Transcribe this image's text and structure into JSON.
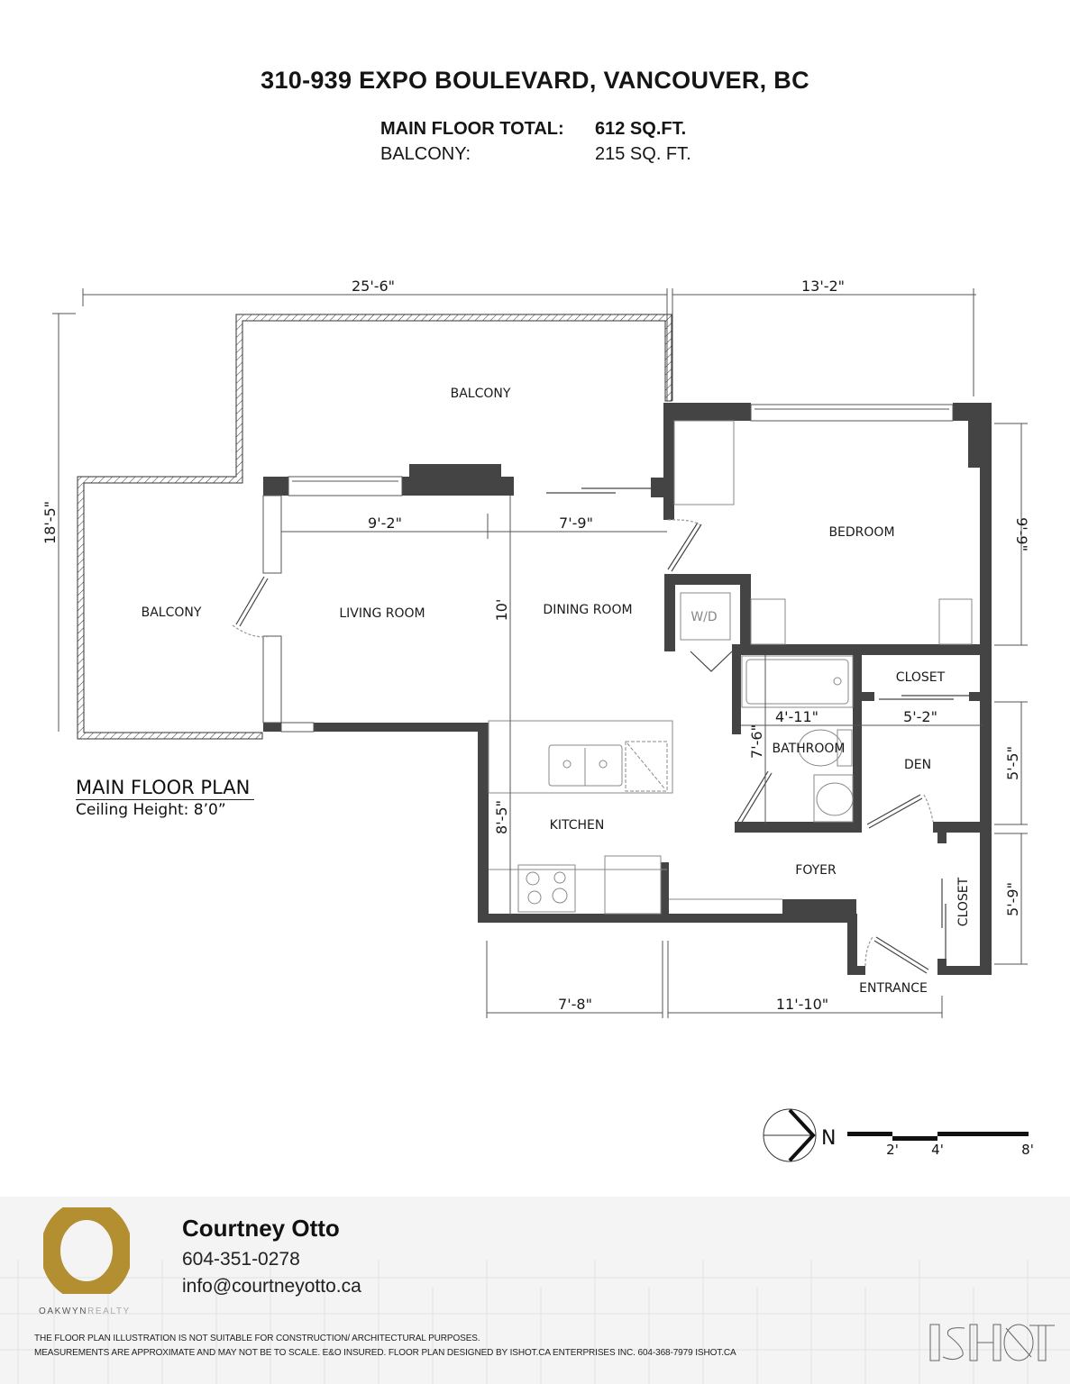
{
  "header": {
    "title": "310-939 EXPO BOULEVARD, VANCOUVER, BC",
    "areas": [
      {
        "label": "MAIN FLOOR TOTAL:",
        "value": "612 SQ.FT."
      },
      {
        "label": "BALCONY:",
        "value": "215 SQ. FT."
      }
    ]
  },
  "plan": {
    "title": "MAIN FLOOR PLAN",
    "subtitle": "Ceiling Height: 8’0”",
    "rooms": {
      "balcony_top": "BALCONY",
      "balcony_left": "BALCONY",
      "living_room": "LIVING ROOM",
      "dining_room": "DINING ROOM",
      "bedroom": "BEDROOM",
      "wd": "W/D",
      "closet_den": "CLOSET",
      "bathroom": "BATHROOM",
      "den": "DEN",
      "kitchen": "KITCHEN",
      "foyer": "FOYER",
      "closet_entry": "CLOSET",
      "entrance": "ENTRANCE"
    },
    "dimensions": {
      "top_left": "25'-6\"",
      "top_right": "13'-2\"",
      "left_height": "18'-5\"",
      "living_width": "9'-2\"",
      "dining_width": "7'-9\"",
      "dining_height": "10'",
      "bedroom_height": "9'-9\"",
      "bathroom_width": "4'-11\"",
      "den_width": "5'-2\"",
      "bathroom_height": "7'-6\"",
      "den_height": "5'-5\"",
      "kitchen_height": "8'-5\"",
      "closet_height": "5'-9\"",
      "bottom_left": "7'-8\"",
      "bottom_right": "11'-10\""
    },
    "compass": {
      "label": "N"
    },
    "scale": {
      "ticks": [
        "2'",
        "4'",
        "8'"
      ]
    }
  },
  "footer": {
    "brand": {
      "name_bold": "OAKWYN",
      "name_light": "REALTY",
      "color": "#b38f32"
    },
    "agent": {
      "name": "Courtney Otto",
      "phone": "604-351-0278",
      "email": "info@courtneyotto.ca"
    },
    "disclaimer": [
      "THE FLOOR PLAN ILLUSTRATION IS NOT SUITABLE FOR CONSTRUCTION/ ARCHITECTURAL PURPOSES.",
      "MEASUREMENTS ARE APPROXIMATE AND MAY NOT BE TO SCALE. E&O INSURED. FLOOR PLAN DESIGNED BY ISHOT.CA ENTERPRISES INC. 604-368-7979  ISHOT.CA"
    ],
    "designer_logo": "ISHOT"
  }
}
